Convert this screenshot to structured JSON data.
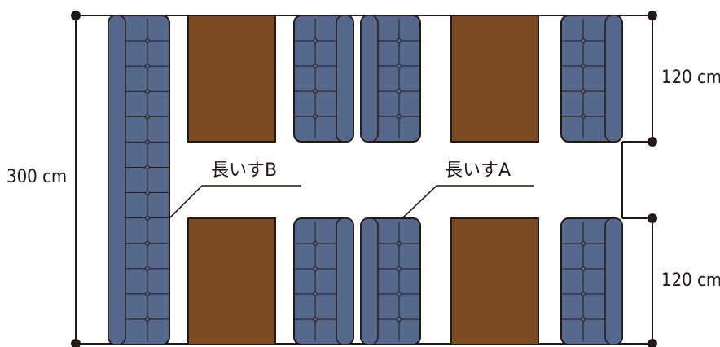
{
  "labels": {
    "width_dim": "300 cm",
    "top_dim": "120 cm",
    "bottom_dim": "120 cm",
    "bench_a": "長いすA",
    "bench_b": "長いすB"
  },
  "colors": {
    "table": "#7a4b22",
    "bench": "#56698c",
    "line": "#231815",
    "background": "#ffffff"
  }
}
